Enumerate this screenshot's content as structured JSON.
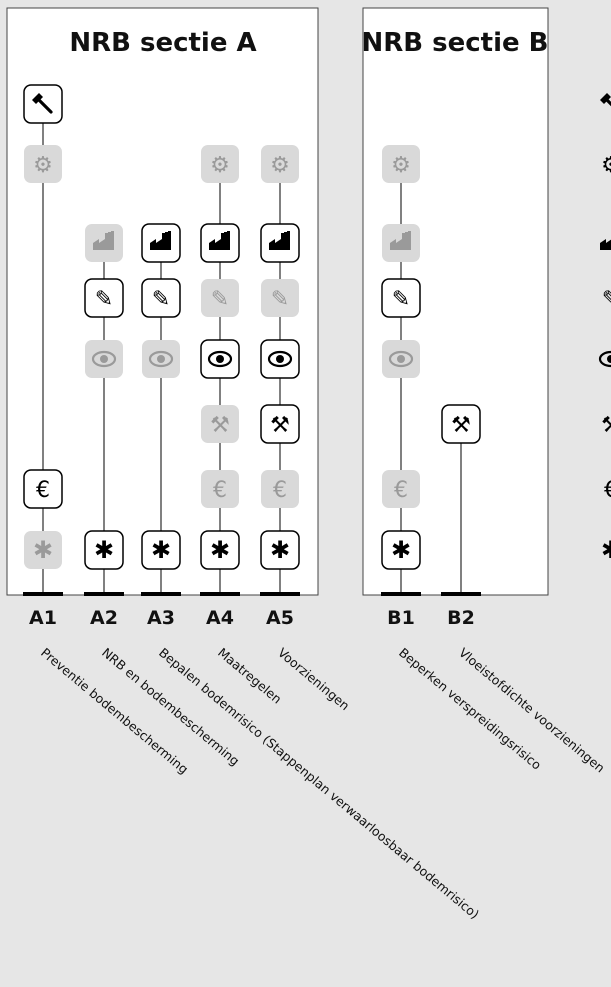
{
  "sections": [
    {
      "title": "NRB sectie A"
    },
    {
      "title": "NRB sectie B"
    }
  ],
  "columns": [
    {
      "code": "A1",
      "description": "Preventie bodembescherming",
      "icons": [
        {
          "icon": "hammer",
          "state": "active"
        },
        {
          "icon": "gears",
          "state": "inactive"
        },
        {
          "icon": "euro",
          "state": "active"
        },
        {
          "icon": "asterisk",
          "state": "inactive"
        }
      ]
    },
    {
      "code": "A2",
      "description": "NRB en bodembescherming",
      "icons": [
        {
          "icon": "factory",
          "state": "inactive"
        },
        {
          "icon": "pen",
          "state": "active"
        },
        {
          "icon": "eye",
          "state": "inactive"
        },
        {
          "icon": "asterisk",
          "state": "active"
        }
      ]
    },
    {
      "code": "A3",
      "description": "Bepalen bodemrisico (Stappenplan verwaarloosbaar bodemrisico)",
      "icons": [
        {
          "icon": "factory",
          "state": "active"
        },
        {
          "icon": "pen",
          "state": "active"
        },
        {
          "icon": "eye",
          "state": "inactive"
        },
        {
          "icon": "asterisk",
          "state": "active"
        }
      ]
    },
    {
      "code": "A4",
      "description": "Maatregelen",
      "icons": [
        {
          "icon": "gears",
          "state": "inactive"
        },
        {
          "icon": "factory",
          "state": "active"
        },
        {
          "icon": "pen",
          "state": "inactive"
        },
        {
          "icon": "eye",
          "state": "active"
        },
        {
          "icon": "tools",
          "state": "inactive"
        },
        {
          "icon": "euro",
          "state": "inactive"
        },
        {
          "icon": "asterisk",
          "state": "active"
        }
      ]
    },
    {
      "code": "A5",
      "description": "Voorzieningen",
      "icons": [
        {
          "icon": "gears",
          "state": "inactive"
        },
        {
          "icon": "factory",
          "state": "active"
        },
        {
          "icon": "pen",
          "state": "inactive"
        },
        {
          "icon": "eye",
          "state": "active"
        },
        {
          "icon": "tools",
          "state": "active"
        },
        {
          "icon": "euro",
          "state": "inactive"
        },
        {
          "icon": "asterisk",
          "state": "active"
        }
      ]
    },
    {
      "code": "B1",
      "description": "Beperken verspreidingsrisico",
      "icons": [
        {
          "icon": "gears",
          "state": "inactive"
        },
        {
          "icon": "factory",
          "state": "inactive"
        },
        {
          "icon": "pen",
          "state": "active"
        },
        {
          "icon": "eye",
          "state": "inactive"
        },
        {
          "icon": "euro",
          "state": "inactive"
        },
        {
          "icon": "asterisk",
          "state": "active"
        }
      ]
    },
    {
      "code": "B2",
      "description": "Vloeistofdichte voorzieningen",
      "icons": [
        {
          "icon": "tools",
          "state": "active"
        }
      ]
    }
  ],
  "legend": [
    "hammer",
    "gears",
    "factory",
    "pen",
    "eye",
    "tools",
    "euro",
    "asterisk"
  ],
  "colors": {
    "background": "#e6e6e6",
    "panel": "#ffffff",
    "active_fill": "#ffffff",
    "active_stroke": "#000000",
    "inactive_fill": "#d9d9d9",
    "inactive_icon": "#9a9a9a",
    "text": "#111111"
  }
}
